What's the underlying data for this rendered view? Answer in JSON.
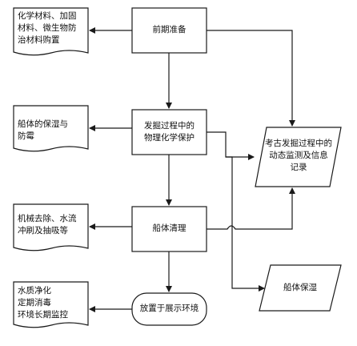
{
  "nodes": {
    "prep": {
      "text": "前期准备"
    },
    "protect": {
      "text": "发掘过程中的\n物理化学保护"
    },
    "clean": {
      "text": "船体清理"
    },
    "display": {
      "text": "放置于展示环境"
    },
    "monitor": {
      "text": "考古发掘过程中的\n动态监测及信息\n记录"
    },
    "keepwet": {
      "text": "船体保湿"
    },
    "doc_materials": {
      "text": "化学材料、加固\n材料、微生物防\n治材料购置"
    },
    "doc_moist": {
      "text": "船体的保湿与\n防霉"
    },
    "doc_mech": {
      "text": "机械去除、水流\n冲刷及抽吸等"
    },
    "doc_water": {
      "text": "水质净化\n定期消毒\n环境长期监控"
    }
  },
  "colors": {
    "stroke": "#1a1a1a",
    "fill": "#ffffff",
    "text": "#111111"
  }
}
